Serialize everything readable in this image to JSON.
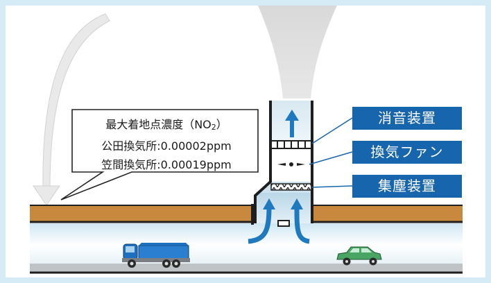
{
  "callout": {
    "title_prefix": "最大着地点濃度（NO",
    "title_sub": "2",
    "title_suffix": "）",
    "line1": "公田換気所:0.00002ppm",
    "line2": "笠間換気所:0.00019ppm"
  },
  "labels": {
    "silencer": "消音装置",
    "fan": "換気ファン",
    "dust_collector": "集塵装置"
  },
  "colors": {
    "frame": "#d5ecf7",
    "label_bg": "#1765ad",
    "ground": "#c8893f",
    "airflow_arrow": "#1f79be",
    "truck": "#1f6fc0",
    "car": "#48a563"
  }
}
